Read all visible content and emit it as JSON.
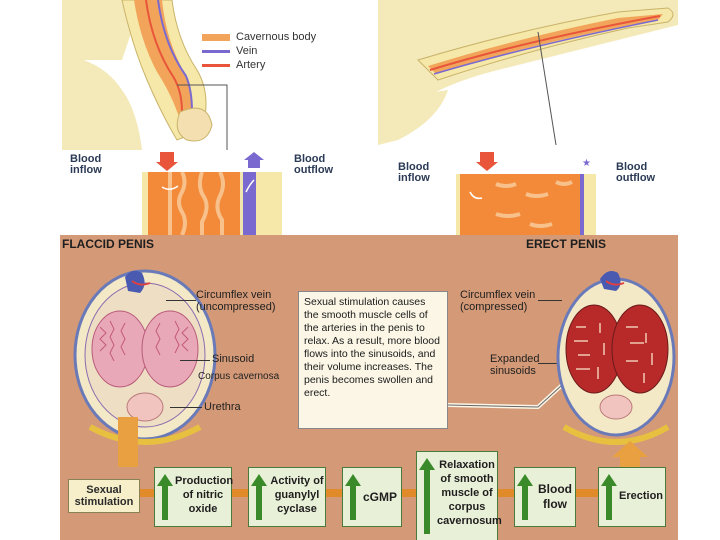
{
  "top_left": {
    "legend": [
      {
        "label": "Cavernous body",
        "color": "#f2a55a"
      },
      {
        "label": "Vein",
        "color": "#7a6ad0"
      },
      {
        "label": "Artery",
        "color": "#e8553a"
      }
    ],
    "blood_inflow": "Blood\ninflow",
    "blood_outflow": "Blood\noutflow"
  },
  "top_right": {
    "blood_inflow": "Blood\ninflow",
    "blood_outflow": "Blood\noutflow"
  },
  "bottom": {
    "flaccid_title": "FLACCID PENIS",
    "erect_title": "ERECT PENIS",
    "circumflex_uncompressed": "Circumflex vein\n(uncompressed)",
    "sinusoid": "Sinusoid",
    "corpus_cavernosa": "Corpus cavernosa",
    "urethra": "Urethra",
    "circumflex_compressed": "Circumflex vein\n(compressed)",
    "expanded_sinusoids": "Expanded\nsinusoids",
    "description": "Sexual stimulation causes the smooth muscle cells of the arteries in the penis to relax. As a result, more blood flows into the sinusoids, and their volume increases. The penis becomes swollen and erect.",
    "flow": {
      "sexual_stimulation": "Sexual\nstimulation",
      "production_nitric_oxide": "Production\nof nitric\noxide",
      "activity_guanylyl_cyclase": "Activity of\nguanylyl\ncyclase",
      "cgmp": "cGMP",
      "relaxation": "Relaxation\nof smooth\nmuscle of\ncorpus\ncavernosum",
      "blood_flow": "Blood\nflow",
      "erection": "Erection"
    }
  },
  "colors": {
    "cavernous": "#f2a55a",
    "vein": "#7a6ad0",
    "artery": "#e8553a",
    "panel_bg": "#d49a78",
    "flow_arrow": "#e08a2a",
    "green_arrow": "#3a8a2a"
  }
}
